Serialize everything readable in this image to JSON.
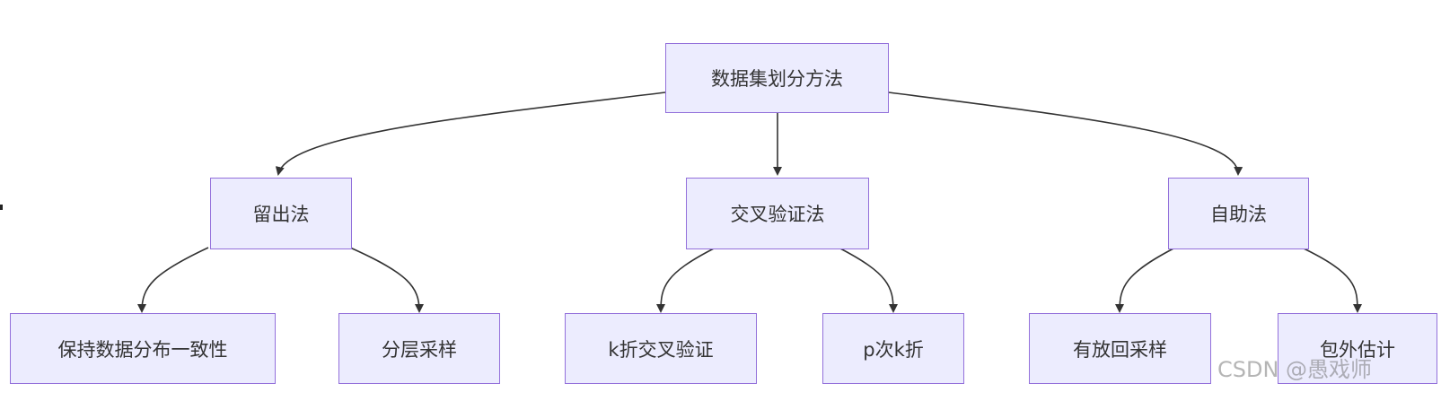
{
  "diagram": {
    "root": "数据集划分方法",
    "level1": [
      "留出法",
      "交叉验证法",
      "自助法"
    ],
    "level2": [
      "保持数据分布一致性",
      "分层采样",
      "k折交叉验证",
      "p次k折",
      "有放回采样",
      "包外估计"
    ]
  },
  "colors": {
    "node_fill": "#ececfe",
    "node_border": "#9370db",
    "edge": "#333333",
    "text": "#333333"
  },
  "watermark": "CSDN @愚戏师"
}
